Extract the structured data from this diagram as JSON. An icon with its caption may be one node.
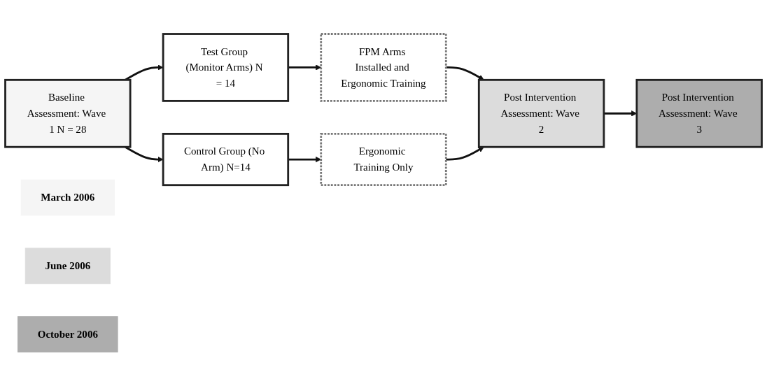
{
  "diagram": {
    "nodes": [
      {
        "text": [
          "Baseline Assessment: Wave 1 N = 28"
        ]
      },
      {
        "text": [
          "Test Group (Monitor Arms) N = 14"
        ]
      },
      {
        "text": [
          "FPM Arms Installed and Ergonomic Training"
        ]
      },
      {
        "text": [
          "Control Group (No Arm) N=14"
        ]
      },
      {
        "text": [
          "Ergonomic Training Only"
        ]
      },
      {
        "text": [
          "Post Intervention Assessment: Wave 2"
        ]
      },
      {
        "text": [
          "Post Intervention Assessment: Wave 3"
        ]
      },
      {
        "text": [
          "March 2006"
        ]
      },
      {
        "text": [
          "June 2006"
        ]
      },
      {
        "text": [
          "October 2006"
        ]
      }
    ],
    "edges": [
      {
        "from": 0,
        "to": 1,
        "arrow": "to"
      },
      {
        "from": 0,
        "to": 3,
        "arrow": "to"
      },
      {
        "from": 1,
        "to": 2,
        "arrow": "to"
      },
      {
        "from": 3,
        "to": 4,
        "arrow": "to"
      },
      {
        "from": 2,
        "to": 5,
        "arrow": "to"
      },
      {
        "from": 4,
        "to": 5,
        "arrow": "to"
      },
      {
        "from": 5,
        "to": 6,
        "arrow": "to"
      }
    ]
  }
}
